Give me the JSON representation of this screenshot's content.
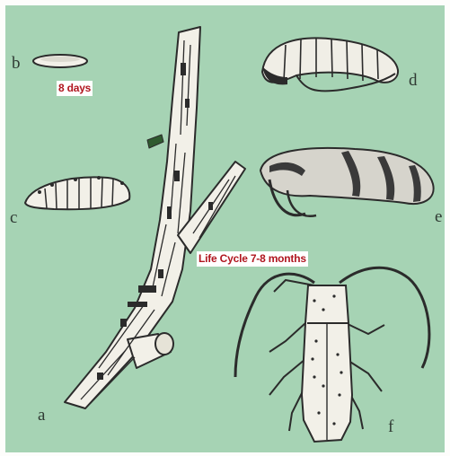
{
  "labels": {
    "a": "a",
    "b": "b",
    "c": "c",
    "d": "d",
    "e": "e",
    "f": "f"
  },
  "annotations": {
    "egg_duration": "8 days",
    "life_cycle": "Life Cycle 7-8 months"
  },
  "colors": {
    "background": "#a6d3b4",
    "label_text": "#b0161f",
    "ink": "#2b2b2b"
  }
}
